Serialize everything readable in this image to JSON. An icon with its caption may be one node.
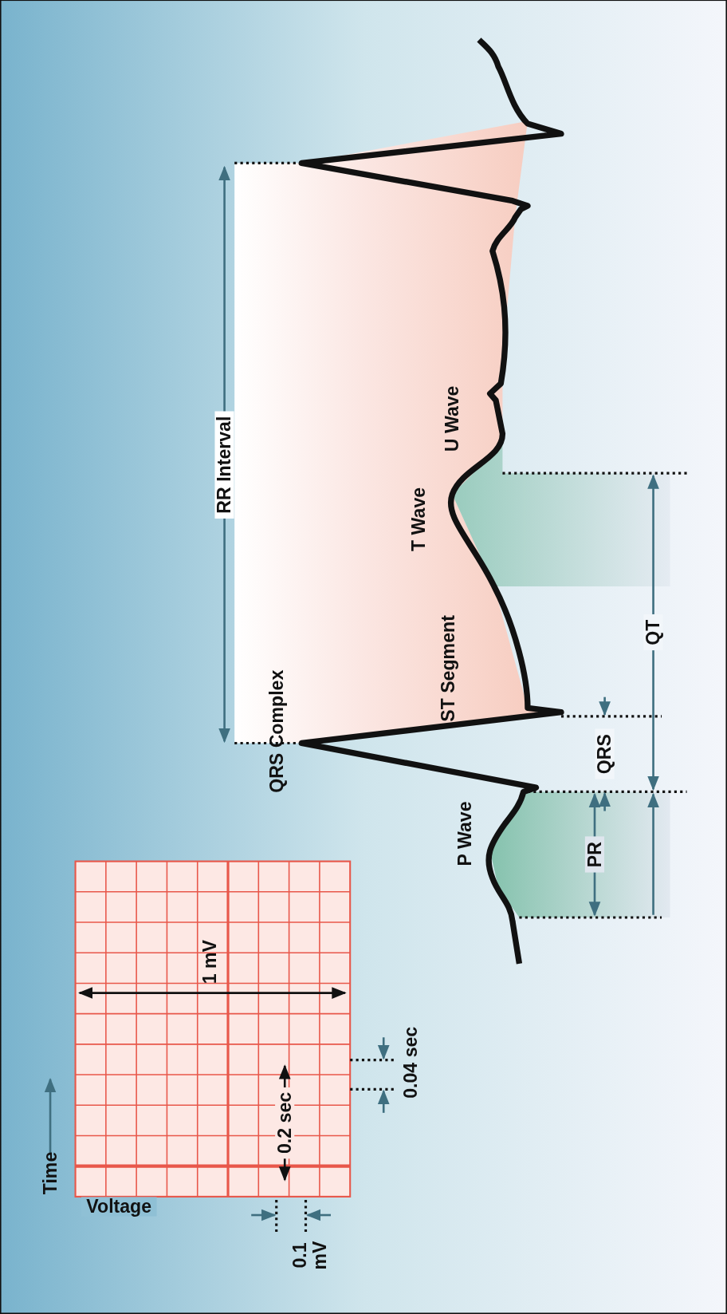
{
  "diagram": {
    "labels": [
      "Time",
      "Voltage",
      "1 mV",
      "0.2 sec",
      "0.04 sec",
      "0.1 mV",
      "RR Interval",
      "QRS Complex",
      "ST Segment",
      "T Wave",
      "U Wave",
      "P Wave",
      "PR",
      "QRS",
      "QT"
    ]
  }
}
